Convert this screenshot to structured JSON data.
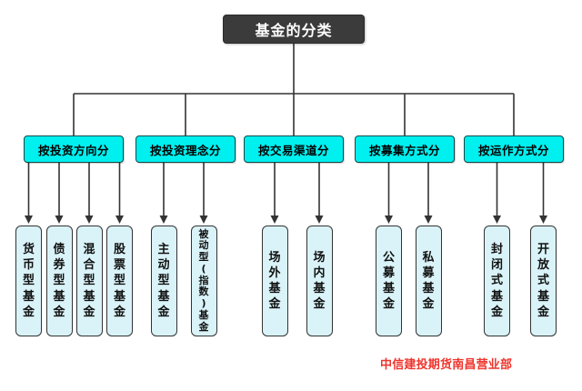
{
  "title": "基金的分类",
  "branches": [
    {
      "label": "按投资方向分",
      "children": [
        "货币型基金",
        "债券型基金",
        "混合型基金",
        "股票型基金"
      ]
    },
    {
      "label": "按投资理念分",
      "children": [
        "主动型基金",
        "被动型(指数)基金"
      ]
    },
    {
      "label": "按交易渠道分",
      "children": [
        "场外基金",
        "场内基金"
      ]
    },
    {
      "label": "按募集方式分",
      "children": [
        "公募基金",
        "私募基金"
      ]
    },
    {
      "label": "按运作方式分",
      "children": [
        "封闭式基金",
        "开放式基金"
      ]
    }
  ],
  "watermark": "中信建投期货南昌营业部",
  "colors": {
    "root_bg": "#3b3b3b",
    "root_text": "#ffffff",
    "branch_bg": "#00efef",
    "branch_border": "#0d4a4a",
    "leaf_bg": "#d9f3f8",
    "leaf_border": "#333333",
    "line": "#333333",
    "watermark_text": "#ef342c"
  }
}
